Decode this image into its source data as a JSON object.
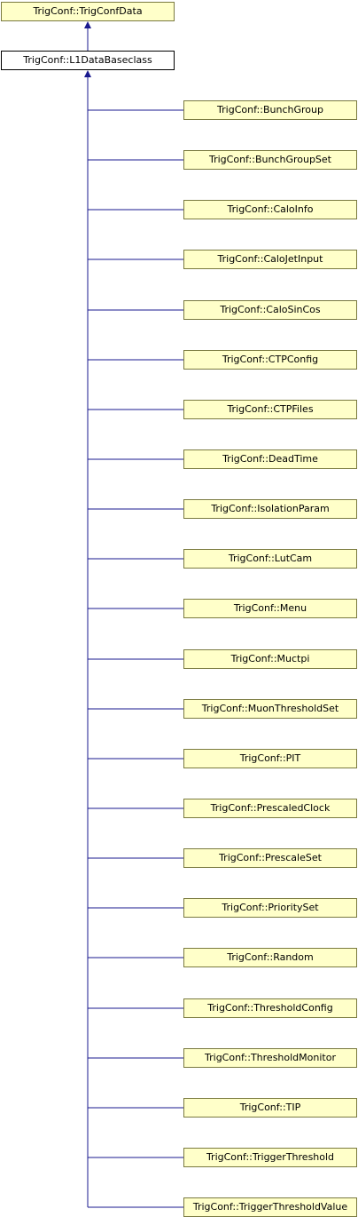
{
  "colors": {
    "edge": "#1a1a8f",
    "node_fill": "#ffffc9",
    "node_border": "#7a7a40",
    "current_fill": "#ffffff",
    "current_border": "#000000"
  },
  "root": {
    "label": "TrigConf::TrigConfData"
  },
  "current": {
    "label": "TrigConf::L1DataBaseclass"
  },
  "children": [
    {
      "label": "TrigConf::BunchGroup"
    },
    {
      "label": "TrigConf::BunchGroupSet"
    },
    {
      "label": "TrigConf::CaloInfo"
    },
    {
      "label": "TrigConf::CaloJetInput"
    },
    {
      "label": "TrigConf::CaloSinCos"
    },
    {
      "label": "TrigConf::CTPConfig"
    },
    {
      "label": "TrigConf::CTPFiles"
    },
    {
      "label": "TrigConf::DeadTime"
    },
    {
      "label": "TrigConf::IsolationParam"
    },
    {
      "label": "TrigConf::LutCam"
    },
    {
      "label": "TrigConf::Menu"
    },
    {
      "label": "TrigConf::Muctpi"
    },
    {
      "label": "TrigConf::MuonThresholdSet"
    },
    {
      "label": "TrigConf::PIT"
    },
    {
      "label": "TrigConf::PrescaledClock"
    },
    {
      "label": "TrigConf::PrescaleSet"
    },
    {
      "label": "TrigConf::PrioritySet"
    },
    {
      "label": "TrigConf::Random"
    },
    {
      "label": "TrigConf::ThresholdConfig"
    },
    {
      "label": "TrigConf::ThresholdMonitor"
    },
    {
      "label": "TrigConf::TIP"
    },
    {
      "label": "TrigConf::TriggerThreshold"
    },
    {
      "label": "TrigConf::TriggerThresholdValue"
    }
  ]
}
